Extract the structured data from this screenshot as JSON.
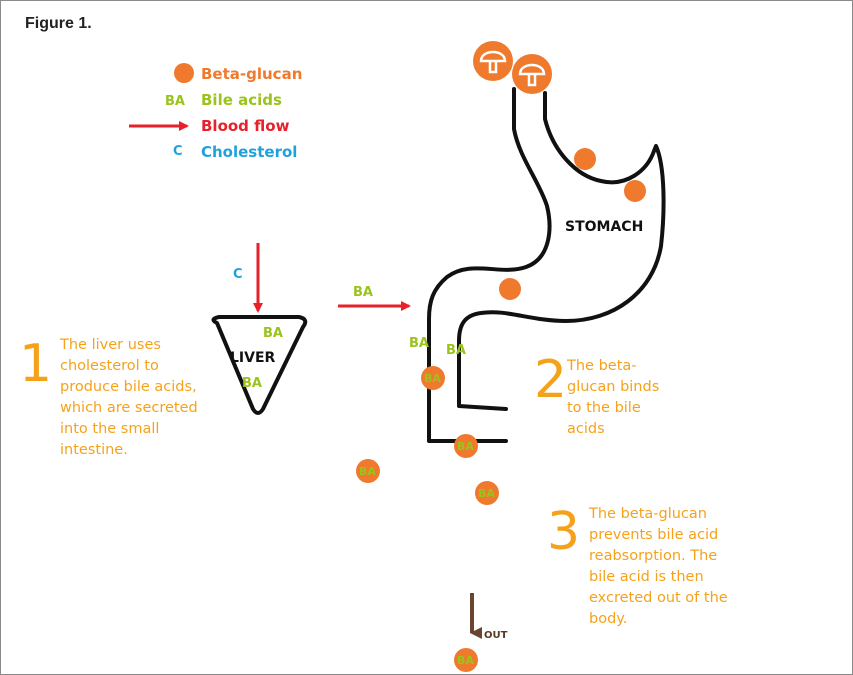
{
  "figure": {
    "title": "Figure 1."
  },
  "legend": {
    "beta_glucan": "Beta-glucan",
    "bile_acids": "Bile acids",
    "blood_flow": "Blood flow",
    "cholesterol": "Cholesterol",
    "ba_symbol": "BA",
    "c_symbol": "C"
  },
  "colors": {
    "orange": "#ef7a2d",
    "green": "#9ac31c",
    "red": "#e8202a",
    "blue": "#1fa2dc",
    "step_yellow": "#f5a21b",
    "outflow_brown": "#6b4530"
  },
  "labels": {
    "liver": "LIVER",
    "stomach": "STOMACH",
    "ba": "BA",
    "c": "C",
    "out": "OUT"
  },
  "steps": [
    {
      "number": "1",
      "lines": [
        "The liver uses",
        "cholesterol to",
        "produce bile acids,",
        "which are secreted",
        "into the small",
        "intestine."
      ]
    },
    {
      "number": "2",
      "lines": [
        "The beta-",
        "glucan binds",
        "to the bile",
        "acids"
      ]
    },
    {
      "number": "3",
      "lines": [
        "The beta-glucan",
        "prevents bile acid",
        "reabsorption. The",
        "bile acid is then",
        "excreted out of the",
        "body."
      ]
    }
  ],
  "icons": [
    "mushroom-icon",
    "mushroom-icon"
  ]
}
